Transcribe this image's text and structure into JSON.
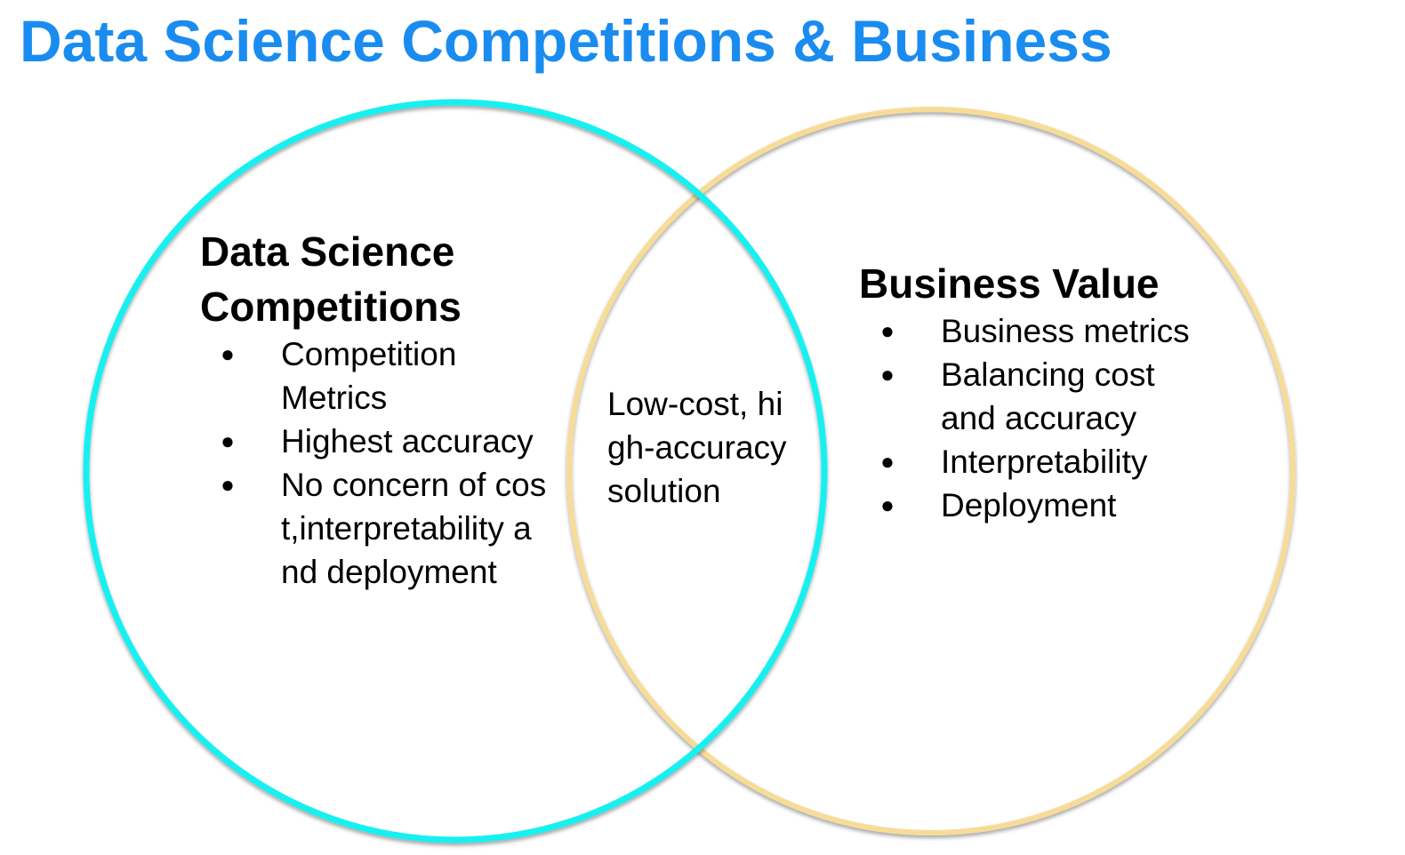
{
  "title": "Data Science Competitions & Business",
  "colors": {
    "title": "#1a8cf0",
    "left_circle": "#18f0f0",
    "right_circle": "#f7dc98",
    "text": "#000000"
  },
  "left_set": {
    "heading": "Data Science Competitions",
    "items": [
      "Competition Metrics",
      "Highest accuracy",
      "No concern of cost,interpretability and deployment"
    ]
  },
  "right_set": {
    "heading": "Business Value",
    "items": [
      "Business metrics",
      "Balancing cost and accuracy",
      "Interpretability",
      "Deployment"
    ]
  },
  "overlap": {
    "text": "Low-cost, high-accuracy solution"
  },
  "bullet_glyph": "●"
}
